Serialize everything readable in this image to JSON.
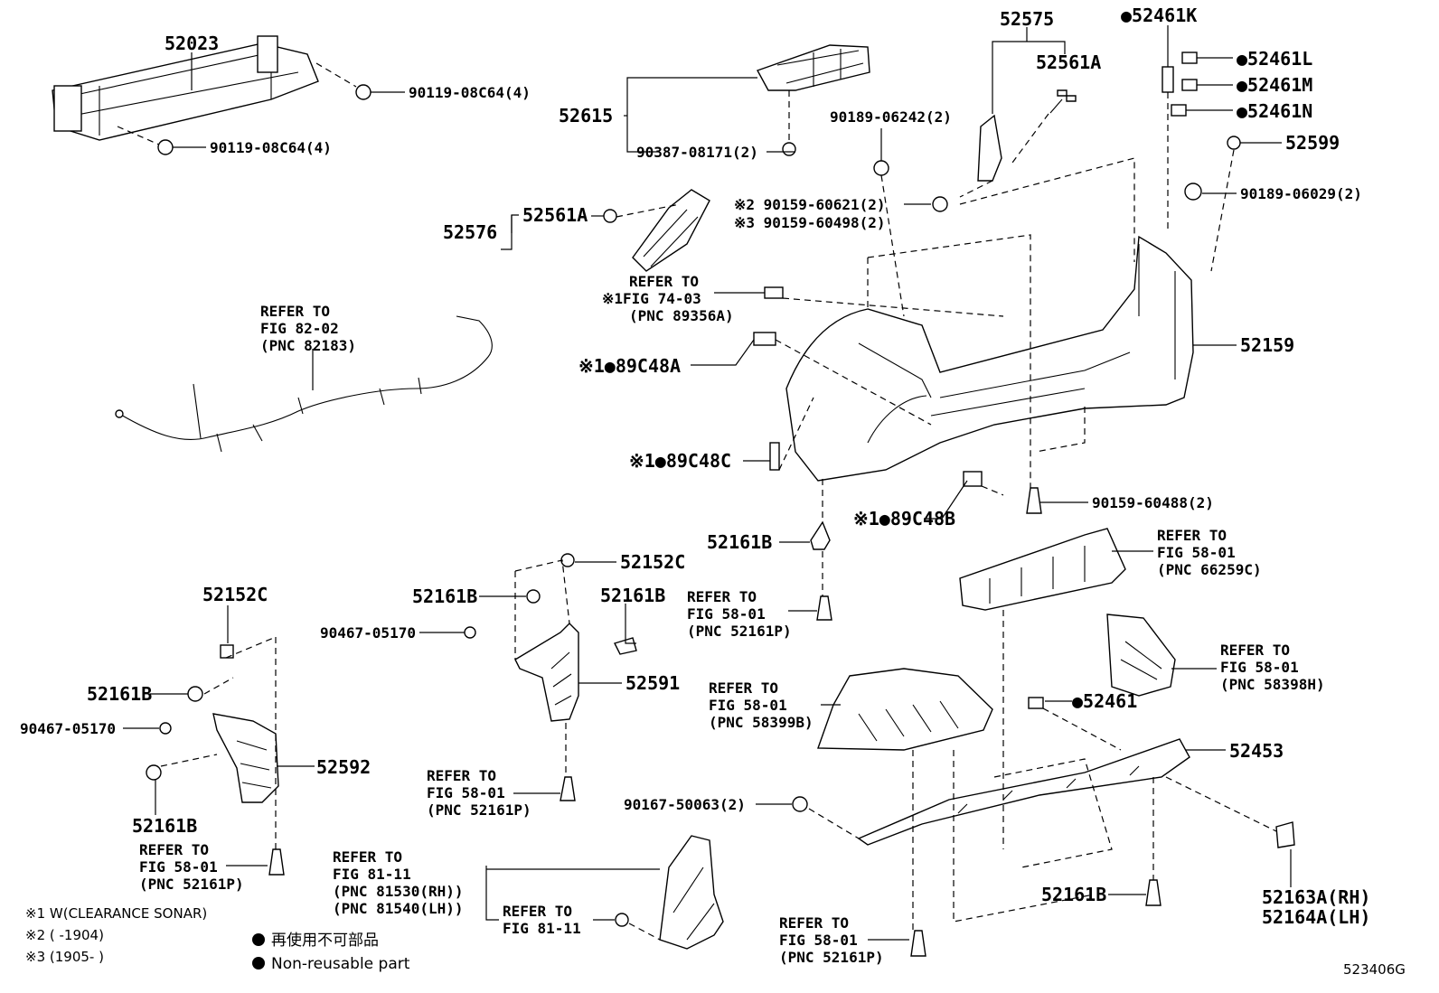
{
  "diagram_id": "523406G",
  "labels": {
    "p52023": "52023",
    "p90119a": "90119-08C64(4)",
    "p90119b": "90119-08C64(4)",
    "p52615": "52615",
    "p90387": "90387-08171(2)",
    "p52575": "52575",
    "p52561A_top": "52561A",
    "p52461K": "●52461K",
    "p52461L": "●52461L",
    "p52461M": "●52461M",
    "p52461N": "●52461N",
    "p52599": "52599",
    "p90189a": "90189-06242(2)",
    "p90189b": "90189-06029(2)",
    "p90159_2": "※2 90159-60621(2)",
    "p90159_3": "※3 90159-60498(2)",
    "p52576": "52576",
    "p52561A_mid": "52561A",
    "r7403_1": "REFER TO",
    "r7403_2": "※1FIG 74-03",
    "r7403_3": "(PNC 89356A)",
    "r8202_1": "REFER TO",
    "r8202_2": "FIG 82-02",
    "r8202_3": "(PNC 82183)",
    "p89C48A": "※1●89C48A",
    "p52159": "52159",
    "p89C48C": "※1●89C48C",
    "p90159_60488": "90159-60488(2)",
    "p89C48B": "※1●89C48B",
    "p52161B_center": "52161B",
    "r5801_a1": "REFER TO",
    "r5801_a2": "FIG 58-01",
    "r5801_a3": "(PNC 52161P)",
    "r5801_b1": "REFER TO",
    "r5801_b2": "FIG 58-01",
    "r5801_b3": "(PNC 66259C)",
    "p52152C_mid": "52152C",
    "p52161B_mid1": "52161B",
    "p52161B_mid2": "52161B",
    "p90467_mid": "90467-05170",
    "p52591": "52591",
    "r5801_c1": "REFER TO",
    "r5801_c2": "FIG 58-01",
    "r5801_c3": "(PNC 58398H)",
    "r5801_d1": "REFER TO",
    "r5801_d2": "FIG 58-01",
    "r5801_d3": "(PNC 58399B)",
    "p52461": "●52461",
    "p52453": "52453",
    "p52152C_left": "52152C",
    "p52161B_left1": "52161B",
    "p90467_left": "90467-05170",
    "p52592": "52592",
    "p52161B_left2": "52161B",
    "r5801_e1": "REFER TO",
    "r5801_e2": "FIG 58-01",
    "r5801_e3": "(PNC 52161P)",
    "r5801_f1": "REFER TO",
    "r5801_f2": "FIG 58-01",
    "r5801_f3": "(PNC 52161P)",
    "p90167": "90167-50063(2)",
    "p52161B_right": "52161B",
    "p52163A": "52163A(RH)",
    "p52164A": "52164A(LH)",
    "r8111_1": "REFER TO",
    "r8111_2": "FIG 81-11",
    "r8111_3": "(PNC 81530(RH))",
    "r8111_4": "(PNC 81540(LH))",
    "r8111b_1": "REFER TO",
    "r8111b_2": "FIG 81-11",
    "r5801_g1": "REFER TO",
    "r5801_g2": "FIG 58-01",
    "r5801_g3": "(PNC 52161P)"
  },
  "notes": {
    "n1": "※1 W(CLEARANCE SONAR)",
    "n2": "※2 (        -1904)",
    "n3": "※3 (1905-        )"
  },
  "legend": {
    "jp": "再使用不可部品",
    "en": "Non-reusable part"
  }
}
